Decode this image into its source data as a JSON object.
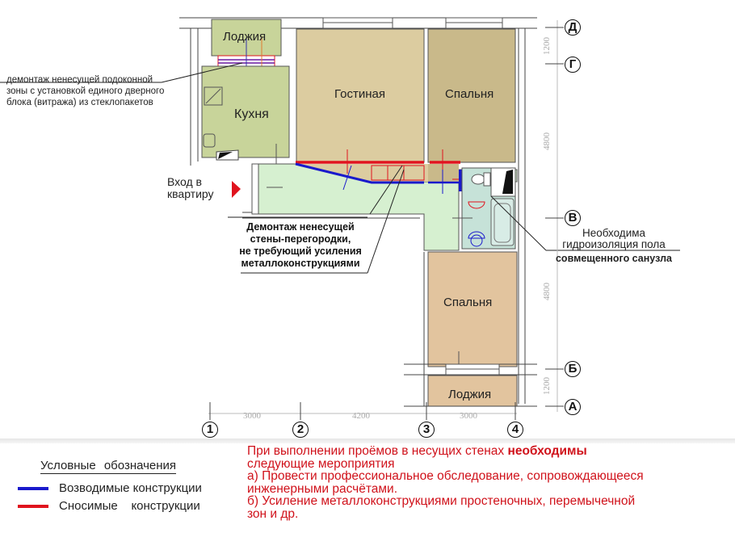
{
  "rooms": {
    "loggia_top": "Лоджия",
    "kitchen": "Кухня",
    "living": "Гостиная",
    "bedroom_top": "Спальня",
    "bedroom_bottom": "Спальня",
    "loggia_bottom": "Лоджия"
  },
  "entrance": {
    "label_line1": "Вход в",
    "label_line2": "квартиру"
  },
  "notes": {
    "window_block": [
      "демонтаж ненесущей подоконной",
      "зоны с установкой единого дверного",
      "блока (витража) из стеклопакетов"
    ],
    "partition": [
      "Демонтаж ненесущей",
      "стены-перегородки,",
      "не требующий усиления",
      "металлоконструкциями"
    ],
    "waterproof": [
      "Необходима",
      "гидроизоляция пола",
      "совмещенного санузла"
    ]
  },
  "axes": {
    "letters": [
      "Д",
      "Г",
      "В",
      "Б",
      "А"
    ],
    "numbers": [
      "1",
      "2",
      "3",
      "4"
    ]
  },
  "dimensions": {
    "vertical": [
      "1200",
      "4800",
      "4800",
      "1200"
    ],
    "horizontal": [
      "3000",
      "4200",
      "3000"
    ]
  },
  "legend": {
    "title": "Условные   обозначения",
    "items": [
      {
        "label": "Возводимые конструкции",
        "color": "#1a1acc"
      },
      {
        "label": "Сносимые    конструкции",
        "color": "#e0141e"
      }
    ]
  },
  "requirements": {
    "line1_prefix": "При выполнении проёмов в несущих стенах ",
    "line1_bold": "необходимы",
    "line2": "следующие мероприятия",
    "item_a_1": "а) Провести профессиональное обследование, сопровождающееся",
    "item_a_2": "инженерными расчётами.",
    "item_b_1": "б) Усиление металлоконструкциями простеночных, перемычечной",
    "item_b_2": "зон и др."
  },
  "colors": {
    "kitchen_fill": "#c8d49a",
    "living_fill": "#dccca0",
    "bedroom_top_fill": "#c9b98a",
    "hall_fill": "#d6f0d0",
    "bath_fill": "#c6e2d8",
    "bedroom_bottom_fill": "#e2c49e",
    "built": "#1a1acc",
    "demolished": "#e0141e",
    "text_red": "#d0121b"
  }
}
